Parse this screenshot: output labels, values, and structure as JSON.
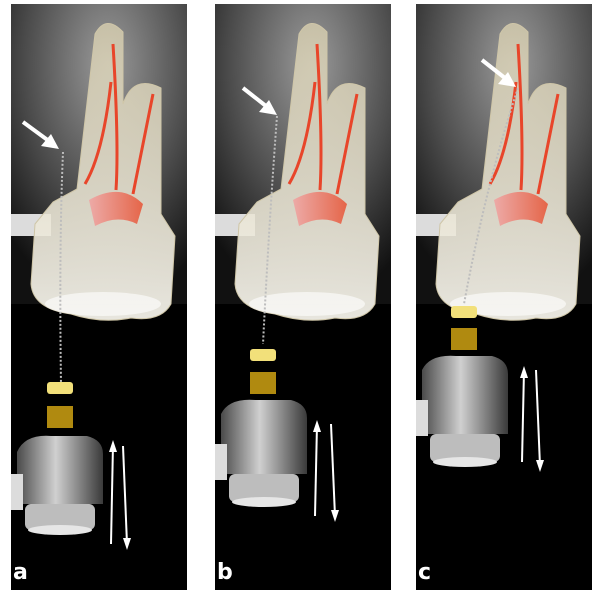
{
  "figure": {
    "panels": [
      {
        "id": "a",
        "label": "a"
      },
      {
        "id": "b",
        "label": "b"
      },
      {
        "id": "c",
        "label": "c"
      }
    ]
  },
  "colors": {
    "background": "#000000",
    "xray_light": "#8a8a8a",
    "tooth_enamel": "#e8e3d4",
    "root_canal": "#e8452a",
    "file_metal": "#b8b8b8",
    "stopper": "#f2e07a",
    "handpiece": "#8c8c8c",
    "arrow": "#ffffff"
  },
  "icons": [
    "arrow-pointer-icon",
    "reciprocating-motion-icon"
  ]
}
